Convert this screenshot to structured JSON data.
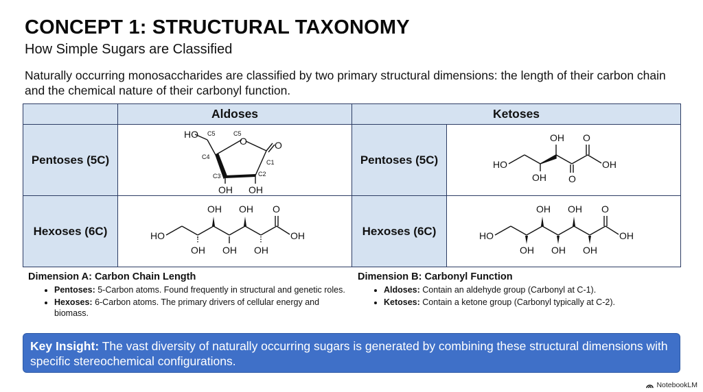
{
  "header": {
    "title": "CONCEPT 1: STRUCTURAL TAXONOMY",
    "subtitle": "How Simple Sugars are Classified"
  },
  "intro": "Naturally occurring monosaccharides are classified by two primary structural dimensions: the length of their carbon chain and the chemical nature of their carbonyl function.",
  "table": {
    "col_aldoses": "Aldoses",
    "col_ketoses": "Ketoses",
    "row_pentoses": "Pentoses (5C)",
    "row_hexoses": "Hexoses (6C)",
    "labels": {
      "ho": "HO",
      "oh": "OH",
      "o": "O",
      "c1": "C1",
      "c2": "C2",
      "c3": "C3",
      "c4": "C4",
      "c5": "C5"
    }
  },
  "dimension_a": {
    "heading": "Dimension A: Carbon Chain Length",
    "items": [
      {
        "term": "Pentoses:",
        "text": " 5-Carbon atoms. Found frequently in structural and genetic roles."
      },
      {
        "term": "Hexoses:",
        "text": " 6-Carbon atoms. The primary drivers of cellular energy and biomass."
      }
    ]
  },
  "dimension_b": {
    "heading": "Dimension B: Carbonyl Function",
    "items": [
      {
        "term": "Aldoses:",
        "text": " Contain an aldehyde group (Carbonyl at C-1)."
      },
      {
        "term": "Ketoses:",
        "text": " Contain a ketone group (Carbonyl typically at C-2)."
      }
    ]
  },
  "insight": {
    "label": "Key Insight:",
    "text": " The vast diversity of naturally occurring sugars is generated by combining these structural dimensions with specific stereochemical configurations."
  },
  "brand": "NotebookLM",
  "colors": {
    "header_fill": "#d5e2f1",
    "border": "#2b3b63",
    "insight_fill": "#3f70c8"
  }
}
